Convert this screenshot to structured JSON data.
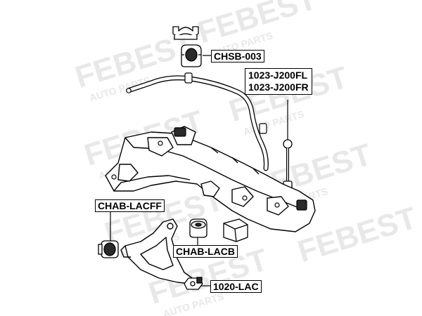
{
  "watermark": {
    "brand": "FEBEST",
    "tagline": "AUTO PARTS"
  },
  "labels": {
    "chsb": "CHSB-003",
    "link_fl": "1023-J200FL",
    "link_fr": "1023-J200FR",
    "chab_lacff": "CHAB-LACFF",
    "chab_lacb": "CHAB-LACB",
    "lac": "1020-LAC"
  },
  "colors": {
    "line": "#000000",
    "watermark": "#e6e6e6",
    "background": "#ffffff"
  }
}
